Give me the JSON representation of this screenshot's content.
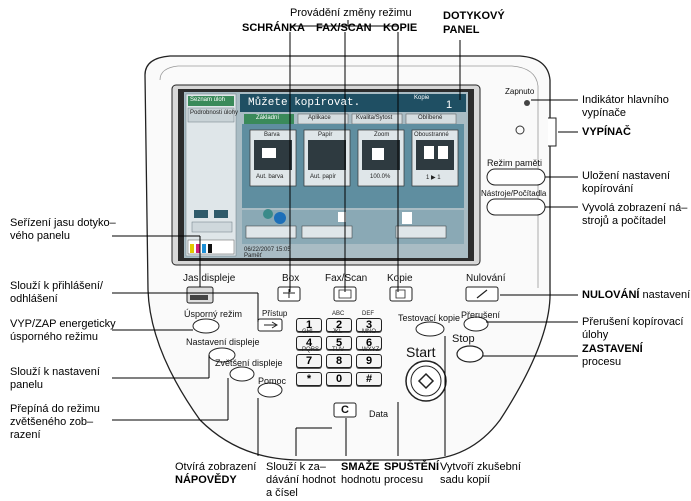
{
  "annotations": {
    "top_mode": "Provádění změny režimu",
    "schranka": "SCHRÁNKA",
    "fax_scan": "FAX/SCAN",
    "kopie": "KOPIE",
    "dotykovy_1": "DOTYKOVÝ",
    "dotykovy_2": "PANEL",
    "indikator_1": "Indikátor hlavního",
    "indikator_2": "vypínače",
    "vypinac": "VYPÍNAČ",
    "ulozeni_1": "Uložení nastavení",
    "ulozeni_2": "kopírování",
    "vyvola_1": "Vyvolá zobrazení ná–",
    "vyvola_2": "strojů a počítadel",
    "serizeni_1": "Seřízení jasu dotyko–",
    "serizeni_2": "vého panelu",
    "prihlaseni_1": "Slouží k přihlášení/",
    "prihlaseni_2": "odhlášení",
    "nulovani_bold": "NULOVÁNÍ",
    "nulovani_rest": " nastavení",
    "vyp_1": "VYP/ZAP energeticky",
    "vyp_2": "úsporného režimu",
    "preruseni_1": "Přerušení kopírovací",
    "preruseni_2": "úlohy",
    "zastaveni_bold": "ZASTAVENÍ",
    "zastaveni_2": "procesu",
    "nastaveni_1": "Slouží k nastavení",
    "nastaveni_2": "panelu",
    "prepina_1": "Přepíná do režimu",
    "prepina_2": "zvětšeného zob–",
    "prepina_3": "razení",
    "napoveda_1": "Otvírá zobrazení",
    "napoveda_bold": "NÁPOVĚDY",
    "zadavani_1": "Slouží k za–",
    "zadavani_2": "dávání hodnot",
    "zadavani_3": "a čísel",
    "smaze_bold": "SMAŽE",
    "smaze_2": "hodnotu",
    "spusteni_bold": "SPUŠTĚNÍ",
    "spusteni_2": "procesu",
    "vytvori_1": "Vytvoří zkušební",
    "vytvori_2": "sadu kopií"
  },
  "panel": {
    "zapnuto": "Zapnuto",
    "rezim_pameti": "Režim paměti",
    "nastroje": "Nástroje/Počítadla",
    "jas_displeje": "Jas displeje",
    "box": "Box",
    "fax_scan": "Fax/Scan",
    "kopie": "Kopie",
    "nulovani": "Nulování",
    "usporny_rezim": "Úsporný režim",
    "pristup": "Přístup",
    "nastaveni_displeje": "Nastavení displeje",
    "zvetseni_displeje": "Zvětšení displeje",
    "pomoc": "Pomoc",
    "testovaci_kopie": "Testovací kopie",
    "preruseni": "Přerušení",
    "stop": "Stop",
    "start": "Start",
    "data": "Data",
    "clear_key": "C"
  },
  "keypad": [
    {
      "num": "1",
      "top": ""
    },
    {
      "num": "2",
      "top": "ABC"
    },
    {
      "num": "3",
      "top": "DEF"
    },
    {
      "num": "4",
      "top": "GHI"
    },
    {
      "num": "5",
      "top": "JKL"
    },
    {
      "num": "6",
      "top": "MNO"
    },
    {
      "num": "7",
      "top": "PQRS"
    },
    {
      "num": "8",
      "top": "TUV"
    },
    {
      "num": "9",
      "top": "WXYZ"
    },
    {
      "num": "*",
      "top": ""
    },
    {
      "num": "0",
      "top": ""
    },
    {
      "num": "#",
      "top": ""
    }
  ],
  "screen": {
    "title": "Můžete kopírovat.",
    "kopie_label": "Kopie",
    "kopie_count": "1",
    "tabs": [
      "Základní",
      "Aplikace",
      "Kvalita/Sytost",
      "Oblíbené"
    ],
    "cards": [
      "Barva",
      "Papír",
      "Zoom",
      "Oboustranné"
    ],
    "card_subs": [
      "Aut. barva",
      "Aut. papír",
      "100.0%",
      "1 ▶ 1"
    ],
    "left_btn_1": "Seznam úloh",
    "left_btn_2": "Podrobnosti úlohy",
    "datetime": "06/22/2007  15:05",
    "pamet": "Paměť"
  },
  "colors": {
    "screen_bg": "#a9bcc4",
    "screen_frame": "#2c2c2c",
    "accent_green": "#3a8a5a"
  }
}
